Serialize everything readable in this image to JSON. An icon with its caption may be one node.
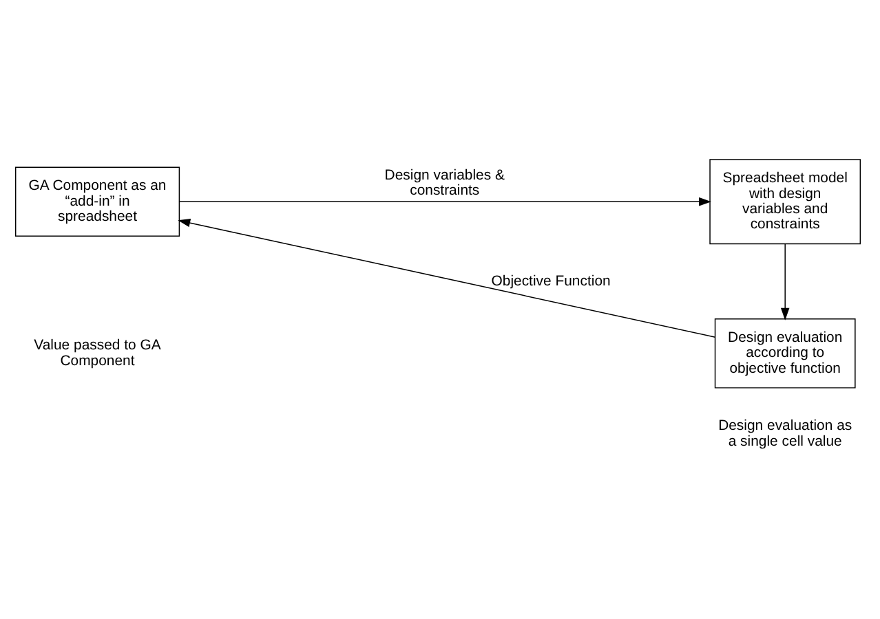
{
  "diagram": {
    "nodes": [
      {
        "text": [
          "GA Component as an “add-in” in spreadsheet"
        ]
      },
      {
        "text": [
          "Spreadsheet model with design variables and constraints"
        ]
      },
      {
        "text": [
          "Design evaluation according to objective function"
        ],
        "beside": [
          "Design evaluation as a single cell value"
        ]
      }
    ],
    "edges": [
      {
        "from": 0,
        "to": 1,
        "arrow": "to",
        "label": "Design variables & constraints"
      },
      {
        "from": 1,
        "to": 2,
        "arrow": "to"
      },
      {
        "from": 2,
        "to": 0,
        "arrow": "to",
        "label": "Objective Function"
      }
    ],
    "labels": [
      "Value passed to GA Component"
    ]
  }
}
